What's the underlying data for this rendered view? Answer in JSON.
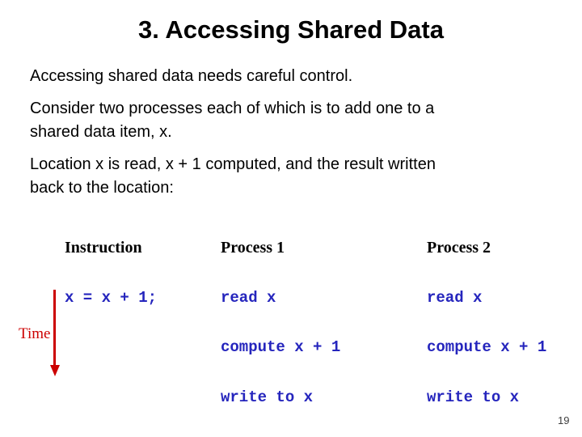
{
  "slide": {
    "title": "3. Accessing Shared Data",
    "page_number": "19",
    "paragraphs": [
      {
        "lines": [
          "Accessing shared data needs careful control."
        ]
      },
      {
        "lines": [
          "Consider two processes each of which is to add one to a",
          "shared data item, x."
        ]
      },
      {
        "lines": [
          "Location x is read, x + 1 computed, and the result written",
          "back to the location:"
        ]
      }
    ]
  },
  "table": {
    "headers": [
      "Instruction",
      "Process 1",
      "Process 2"
    ],
    "rows": [
      [
        "x = x + 1;",
        "read x",
        "read x"
      ],
      [
        "",
        "compute x + 1",
        "compute x + 1"
      ],
      [
        "",
        "write to x",
        "write to x"
      ]
    ]
  },
  "time_axis": {
    "label": "Time",
    "icon": "down-arrow-icon"
  },
  "colors": {
    "code_blue": "#2525bd",
    "accent_red": "#cc0000",
    "text_black": "#000000",
    "page_number_gray": "#3d3d3d",
    "background": "#ffffff"
  }
}
